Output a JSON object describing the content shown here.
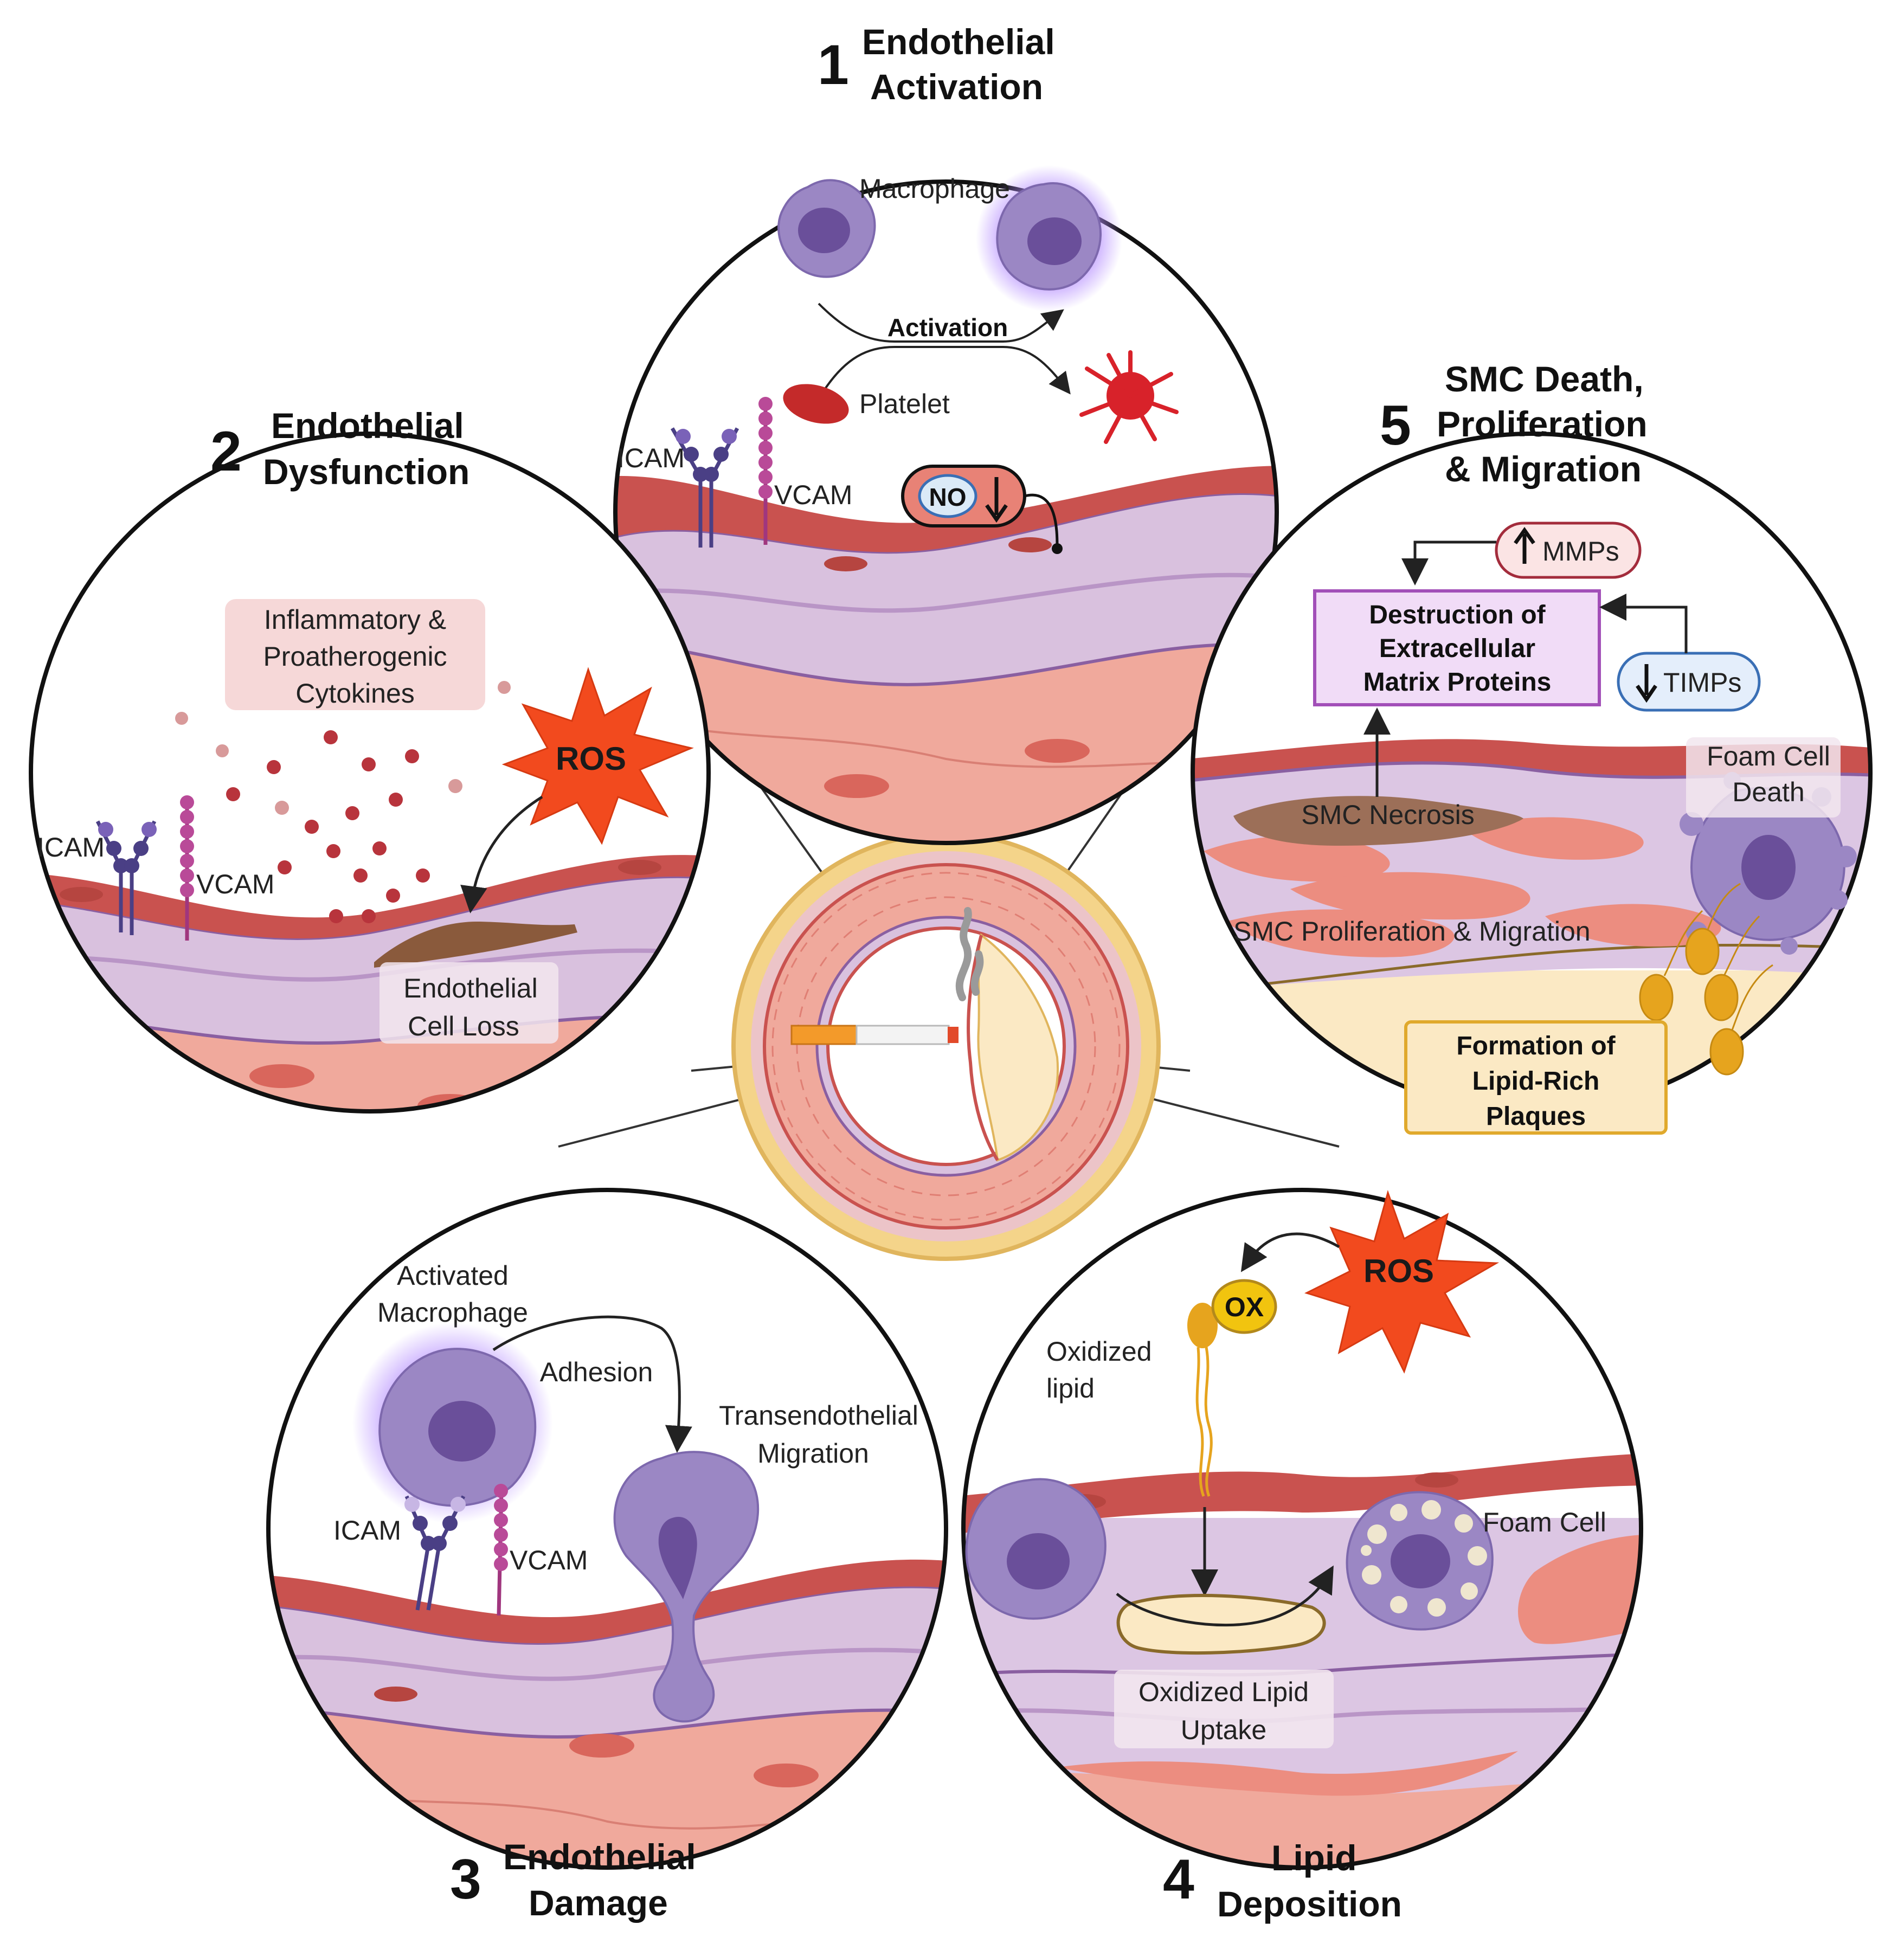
{
  "panels": {
    "p1": {
      "number": "1",
      "title": [
        "Endothelial",
        "Activation"
      ],
      "labels": {
        "macrophage": "Macrophage",
        "activation": "Activation",
        "platelet": "Platelet",
        "icam": "ICAM",
        "vcam": "VCAM",
        "no": "NO"
      }
    },
    "p2": {
      "number": "2",
      "title": [
        "Endothelial",
        "Dysfunction"
      ],
      "labels": {
        "cytokines": [
          "Inflammatory &",
          "Proatherogenic",
          "Cytokines"
        ],
        "ros": "ROS",
        "icam": "ICAM",
        "vcam": "VCAM",
        "cell_loss": [
          "Endothelial",
          "Cell Loss"
        ]
      }
    },
    "p3": {
      "number": "3",
      "title": [
        "Endothelial",
        "Damage"
      ],
      "labels": {
        "activated_macrophage": [
          "Activated",
          "Macrophage"
        ],
        "adhesion": "Adhesion",
        "transendothelial": [
          "Transendothelial",
          "Migration"
        ],
        "icam": "ICAM",
        "vcam": "VCAM"
      }
    },
    "p4": {
      "number": "4",
      "title": [
        "Lipid",
        "Deposition"
      ],
      "labels": {
        "ros": "ROS",
        "ox": "OX",
        "oxidized_lipid": [
          "Oxidized",
          "lipid"
        ],
        "foam_cell": "Foam Cell",
        "uptake": [
          "Oxidized Lipid",
          "Uptake"
        ]
      }
    },
    "p5": {
      "number": "5",
      "title": [
        "SMC Death,",
        "Proliferation",
        "& Migration"
      ],
      "labels": {
        "mmps": "MMPs",
        "timps": "TIMPs",
        "destruction": [
          "Destruction of",
          "Extracellular",
          "Matrix Proteins"
        ],
        "foam_death": [
          "Foam Cell",
          "Death"
        ],
        "necrosis": "SMC Necrosis",
        "prolif": "SMC Proliferation & Migration",
        "plaques": [
          "Formation of",
          "Lipid-Rich",
          "Plaques"
        ]
      }
    }
  },
  "colors": {
    "endothelium": "#c9524f",
    "media": "#f0a99c",
    "intima": "#d9c1de",
    "macrophage": "#9b87c4",
    "nucleus": "#6a4f9a",
    "ros": "#f24a1e",
    "lipid": "#e6a41e",
    "plaque_bg": "#fbe9c4",
    "ecm_box": "#f1dcf7"
  }
}
